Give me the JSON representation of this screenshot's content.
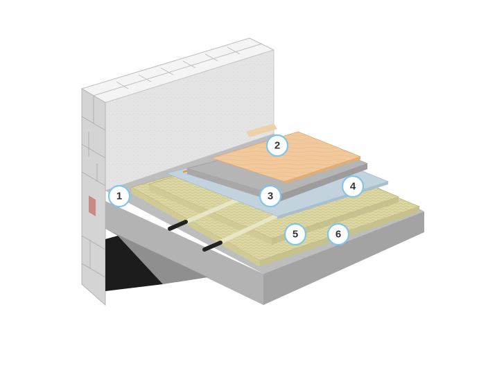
{
  "diagram": {
    "type": "floor-construction-cross-section",
    "callouts": [
      {
        "id": "1",
        "label": "1"
      },
      {
        "id": "2",
        "label": "2"
      },
      {
        "id": "3",
        "label": "3"
      },
      {
        "id": "4",
        "label": "4"
      },
      {
        "id": "5",
        "label": "5"
      },
      {
        "id": "6",
        "label": "6"
      }
    ],
    "colors": {
      "wall_face": "#e3e3e3",
      "wall_side": "#c9c9c9",
      "slab_top": "#b5b5b5",
      "slab_front": "#9c9c9c",
      "insulation": "#ddd9a6",
      "membrane": "#bccdd8",
      "screed": "#b3b3b3",
      "wood_floor": "#f0c79a",
      "heating_pipe": "#e8962e",
      "marker_ring": "#7fc4ea"
    }
  }
}
